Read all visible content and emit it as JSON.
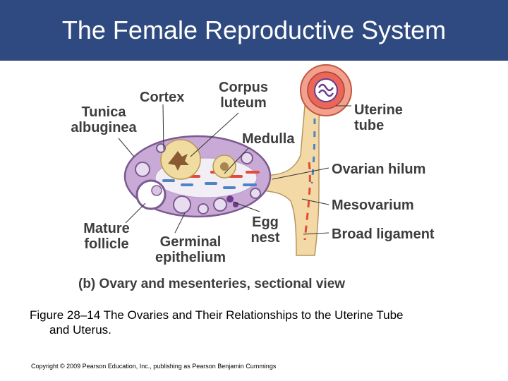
{
  "header": {
    "title": "The Female Reproductive System"
  },
  "diagram": {
    "labels": {
      "tunica_albuginea": "Tunica\nalbuginea",
      "cortex": "Cortex",
      "corpus_luteum": "Corpus\nluteum",
      "medulla": "Medulla",
      "uterine_tube": "Uterine\ntube",
      "ovarian_hilum": "Ovarian hilum",
      "mesovarium": "Mesovarium",
      "broad_ligament": "Broad ligament",
      "mature_follicle": "Mature\nfollicle",
      "germinal_epithelium": "Germinal\nepithelium",
      "egg_nest": "Egg\nnest"
    },
    "subtitle": "(b) Ovary and mesenteries, sectional view",
    "colors": {
      "ovary": "#c9a9d6",
      "medulla": "#f1eef5",
      "ligament": "#f3d9a6",
      "vessel_red": "#e4493a",
      "vessel_blue": "#4e84c4"
    }
  },
  "caption": {
    "line1": "Figure 28–14 The Ovaries and Their Relationships to the Uterine Tube",
    "line2": "and Uterus."
  },
  "footer": {
    "copyright": "Copyright © 2009 Pearson Education, Inc., publishing as Pearson Benjamin Cummings"
  }
}
